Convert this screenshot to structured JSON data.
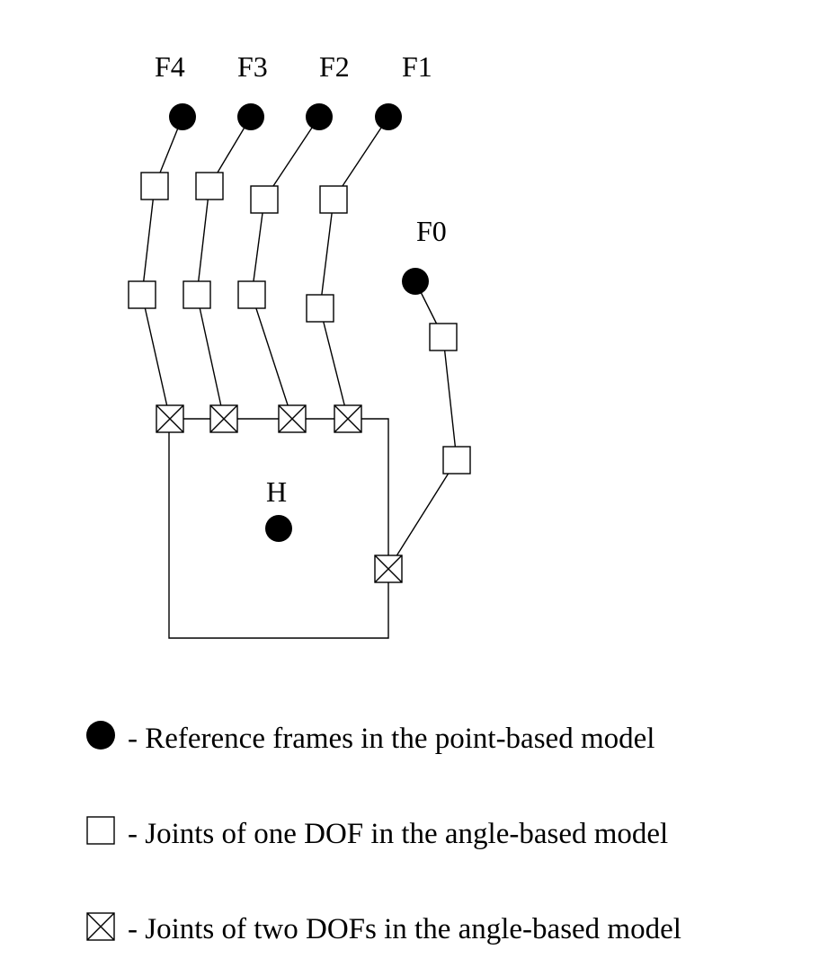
{
  "diagram": {
    "labels": {
      "f4": "F4",
      "f3": "F3",
      "f2": "F2",
      "f1": "F1",
      "f0": "F0",
      "h": "H"
    },
    "legend": {
      "reference_frames": "- Reference frames in the point-based model",
      "one_dof_joints": "- Joints of one DOF in the angle-based model",
      "two_dof_joints": "- Joints of two DOFs in the angle-based model"
    }
  }
}
